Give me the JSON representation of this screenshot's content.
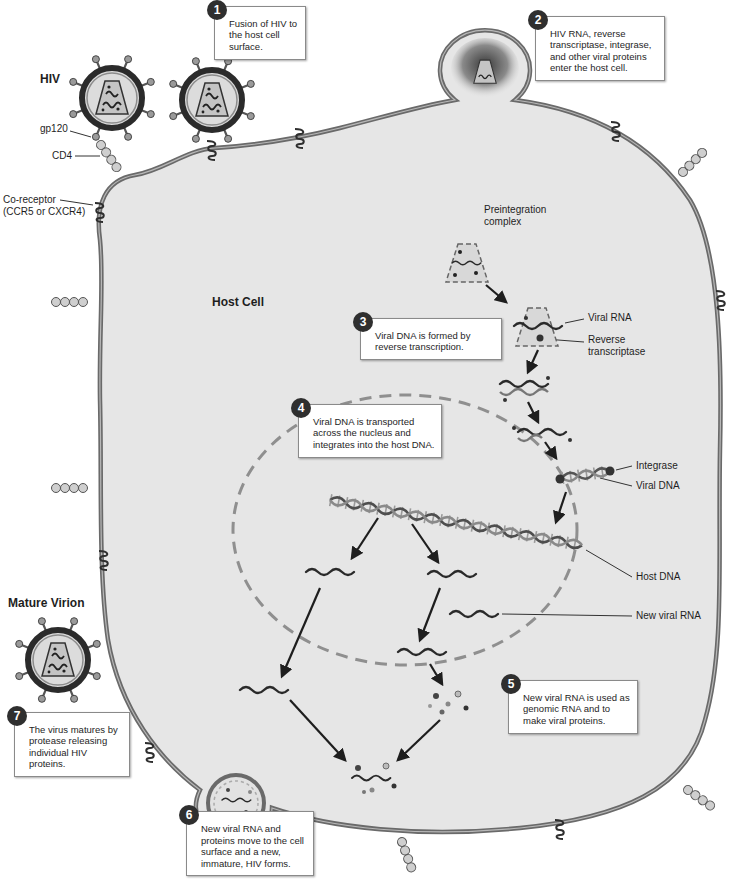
{
  "diagram": {
    "nodes": [
      {
        "text": [
          "Host Cell"
        ]
      },
      {
        "text": [
          "1",
          "Fusion of HIV to the host cell surface."
        ]
      },
      {
        "text": [
          "2",
          "HIV RNA, reverse transcriptase, integrase, and other viral proteins enter the host cell."
        ]
      },
      {
        "text": [
          "3",
          "Viral DNA is formed by reverse transcription."
        ],
        "in": 0
      },
      {
        "text": [
          "4",
          "Viral DNA is transported across the nucleus and integrates into the host DNA."
        ],
        "in": 0
      },
      {
        "text": [
          "5",
          "New viral RNA is used as genomic RNA and to make viral proteins."
        ],
        "in": 0
      },
      {
        "text": [
          "6",
          "New viral RNA and proteins move to the cell surface and a new, immature, HIV forms."
        ]
      },
      {
        "text": [
          "7",
          "The virus matures by protease releasing individual HIV proteins."
        ]
      }
    ],
    "labels": [
      "HIV",
      "gp120",
      "CD4",
      "Co-receptor (CCR5 or CXCR4)",
      "Preintegration complex",
      "Viral RNA",
      "Reverse transcriptase",
      "Integrase",
      "Viral DNA",
      "Host DNA",
      "New viral RNA",
      "Mature Virion"
    ]
  }
}
